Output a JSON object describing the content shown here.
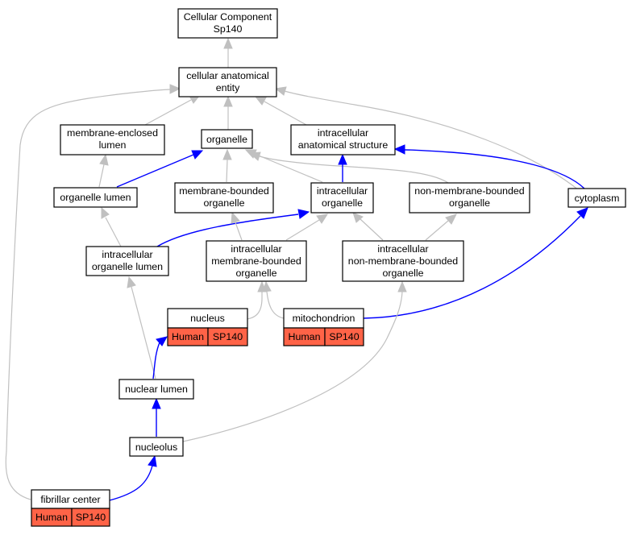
{
  "colors": {
    "is_a_edge": "#c0c0c0",
    "part_of_edge": "#0000ff",
    "annotation_fill": "#ff6347"
  },
  "nodes": {
    "root": [
      "Cellular Component",
      "Sp140"
    ],
    "cellular_anatomical_entity": [
      "cellular anatomical",
      "entity"
    ],
    "membrane_enclosed_lumen": [
      "membrane-enclosed",
      "lumen"
    ],
    "organelle": [
      "organelle"
    ],
    "intracellular_anatomical_structure": [
      "intracellular",
      "anatomical structure"
    ],
    "organelle_lumen": [
      "organelle lumen"
    ],
    "membrane_bounded_organelle": [
      "membrane-bounded",
      "organelle"
    ],
    "intracellular_organelle": [
      "intracellular",
      "organelle"
    ],
    "non_membrane_bounded_organelle": [
      "non-membrane-bounded",
      "organelle"
    ],
    "cytoplasm": [
      "cytoplasm"
    ],
    "intracellular_organelle_lumen": [
      "intracellular",
      "organelle lumen"
    ],
    "intracellular_membrane_bounded_organelle": [
      "intracellular",
      "membrane-bounded",
      "organelle"
    ],
    "intracellular_non_membrane_bounded_organelle": [
      "intracellular",
      "non-membrane-bounded",
      "organelle"
    ],
    "nucleus": [
      "nucleus"
    ],
    "mitochondrion": [
      "mitochondrion"
    ],
    "nuclear_lumen": [
      "nuclear lumen"
    ],
    "nucleolus": [
      "nucleolus"
    ],
    "fibrillar_center": [
      "fibrillar center"
    ]
  },
  "annotations": {
    "nucleus": {
      "species": "Human",
      "gene": "SP140"
    },
    "mitochondrion": {
      "species": "Human",
      "gene": "SP140"
    },
    "fibrillar_center": {
      "species": "Human",
      "gene": "SP140"
    }
  }
}
